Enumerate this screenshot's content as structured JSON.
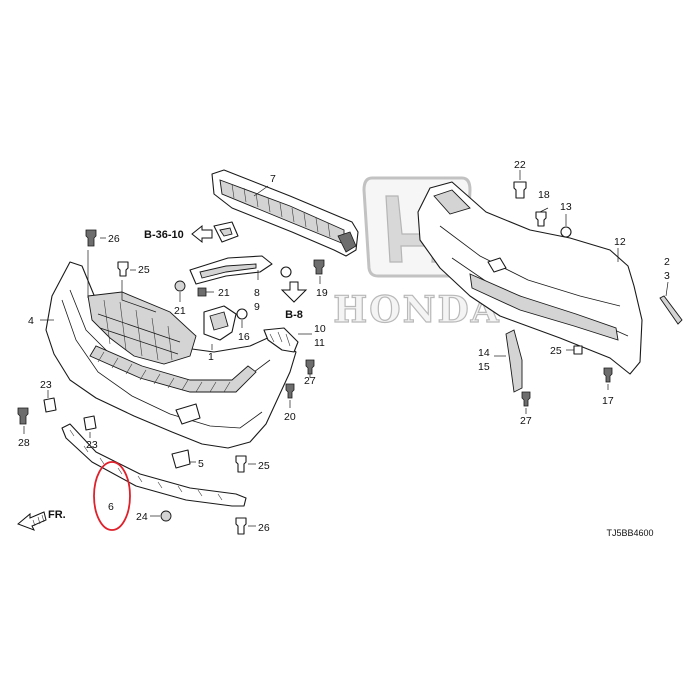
{
  "brand": {
    "word": "HONDA"
  },
  "references": {
    "ref_b36": "B-36-10",
    "ref_b8": "B-8"
  },
  "direction": {
    "label": "FR."
  },
  "figure_code": "TJ5BB4600",
  "callouts": {
    "c7": "7",
    "c26a": "26",
    "c25a": "25",
    "c21a": "21",
    "c21b": "21",
    "c8": "8",
    "c9": "9",
    "c19": "19",
    "c16": "16",
    "c4": "4",
    "c1": "1",
    "c10": "10",
    "c11": "11",
    "c27a": "27",
    "c20": "20",
    "c23a": "23",
    "c28": "28",
    "c23b": "23",
    "c5": "5",
    "c25b": "25",
    "c6": "6",
    "c24": "24",
    "c26b": "26",
    "c22": "22",
    "c18": "18",
    "c13": "13",
    "c12": "12",
    "c2": "2",
    "c3": "3",
    "c14": "14",
    "c15": "15",
    "c25c": "25",
    "c17": "17",
    "c27b": "27"
  },
  "highlight": {
    "part": "6",
    "color": "#e0202a"
  }
}
